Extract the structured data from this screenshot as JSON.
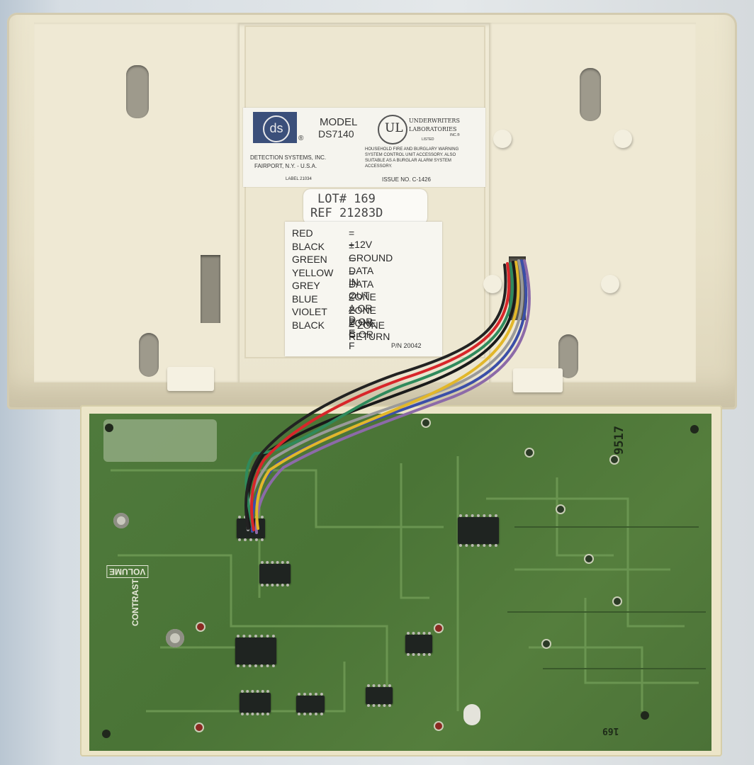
{
  "label_model": {
    "logo": "ds",
    "model_title": "MODEL",
    "model_number": "DS7140",
    "registered": "®",
    "company_line1": "DETECTION SYSTEMS, INC.",
    "company_line2": "FAIRPORT, N.Y. - U.S.A.",
    "ul_mark": "UL",
    "ul_line1": "UNDERWRITERS",
    "ul_line2": "LABORATORIES",
    "ul_inc": "INC.®",
    "ul_listed": "LISTED",
    "ul_desc1": "HOUSEHOLD FIRE AND BURGLARY WARNING",
    "ul_desc2": "SYSTEM CONTROL UNIT ACCESSORY.  ALSO",
    "ul_desc3": "SUITABLE AS A BURGLAR ALARM SYSTEM",
    "ul_desc4": "ACCESSORY.",
    "label_no": "LABEL 21034",
    "issue_no": "ISSUE NO. C-1426"
  },
  "label_lot": {
    "lot": "LOT# 169",
    "ref": "REF 21283D"
  },
  "label_wiring": {
    "rows": [
      {
        "color": "RED",
        "function": "= +12V"
      },
      {
        "color": "BLACK",
        "function": "= GROUND"
      },
      {
        "color": "GREEN",
        "function": "= DATA IN"
      },
      {
        "color": "YELLOW",
        "function": "= DATA OUT"
      },
      {
        "color": "GREY",
        "function": "= ZONE A OR D"
      },
      {
        "color": "BLUE",
        "function": "= ZONE B OR E"
      },
      {
        "color": "VIOLET",
        "function": "= ZONE C OR F"
      },
      {
        "color": "BLACK",
        "function": "= ZONE RETURN"
      }
    ],
    "part_no": "P/N 20042"
  },
  "board": {
    "volume_label": "VOLUME",
    "contrast_label": "CONTRAST",
    "date_code": "9517",
    "small_code": "169"
  },
  "colors": {
    "plastic": "#ece6cf",
    "pcb": "#4f7a3c",
    "wire_red": "#d8262a",
    "wire_black": "#1a1a1a",
    "wire_green": "#2f8a5c",
    "wire_yellow": "#e2b72a",
    "wire_grey": "#9a9a9a",
    "wire_blue": "#3b4fa8",
    "wire_violet": "#8c6aa8"
  }
}
